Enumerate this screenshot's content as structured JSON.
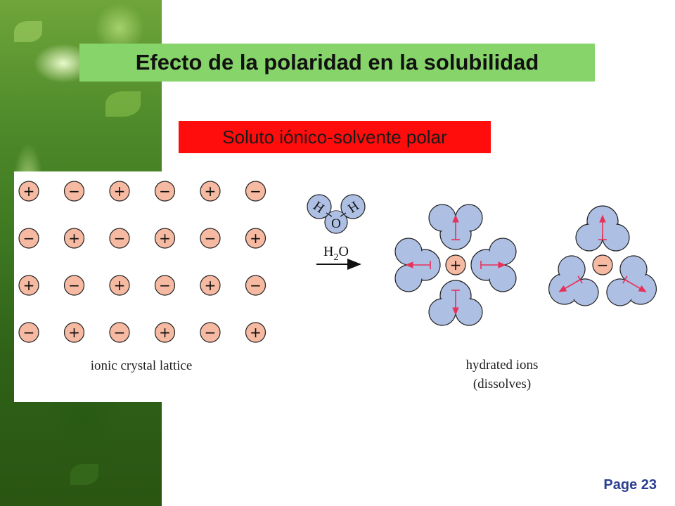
{
  "slide": {
    "title": "Efecto de la polaridad en la solubilidad",
    "subtitle": "Soluto iónico-solvente polar",
    "page_number": "Page 23"
  },
  "diagram": {
    "lattice_rows": [
      [
        "+",
        "−",
        "+",
        "−",
        "+",
        "−"
      ],
      [
        "−",
        "+",
        "−",
        "+",
        "−",
        "+"
      ],
      [
        "+",
        "−",
        "+",
        "−",
        "+",
        "−"
      ],
      [
        "−",
        "+",
        "−",
        "+",
        "−",
        "+"
      ]
    ],
    "lattice_label": "ionic crystal lattice",
    "water_molecule": {
      "h_left": "H",
      "h_right": "H",
      "oxygen": "O"
    },
    "arrow_label": {
      "main": "H",
      "subscript": "2",
      "suffix": "O"
    },
    "cation_symbol": "+",
    "anion_symbol": "−",
    "hydrated_label_line1": "hydrated ions",
    "hydrated_label_line2": "(dissolves)",
    "colors": {
      "ion_fill": "#f6b9a1",
      "water_fill": "#adbfe3",
      "dipole_arrow": "#e8315a",
      "title_bg": "#86d46a",
      "subtitle_bg": "#ff0c0c",
      "page_number": "#2a3f8f"
    }
  }
}
